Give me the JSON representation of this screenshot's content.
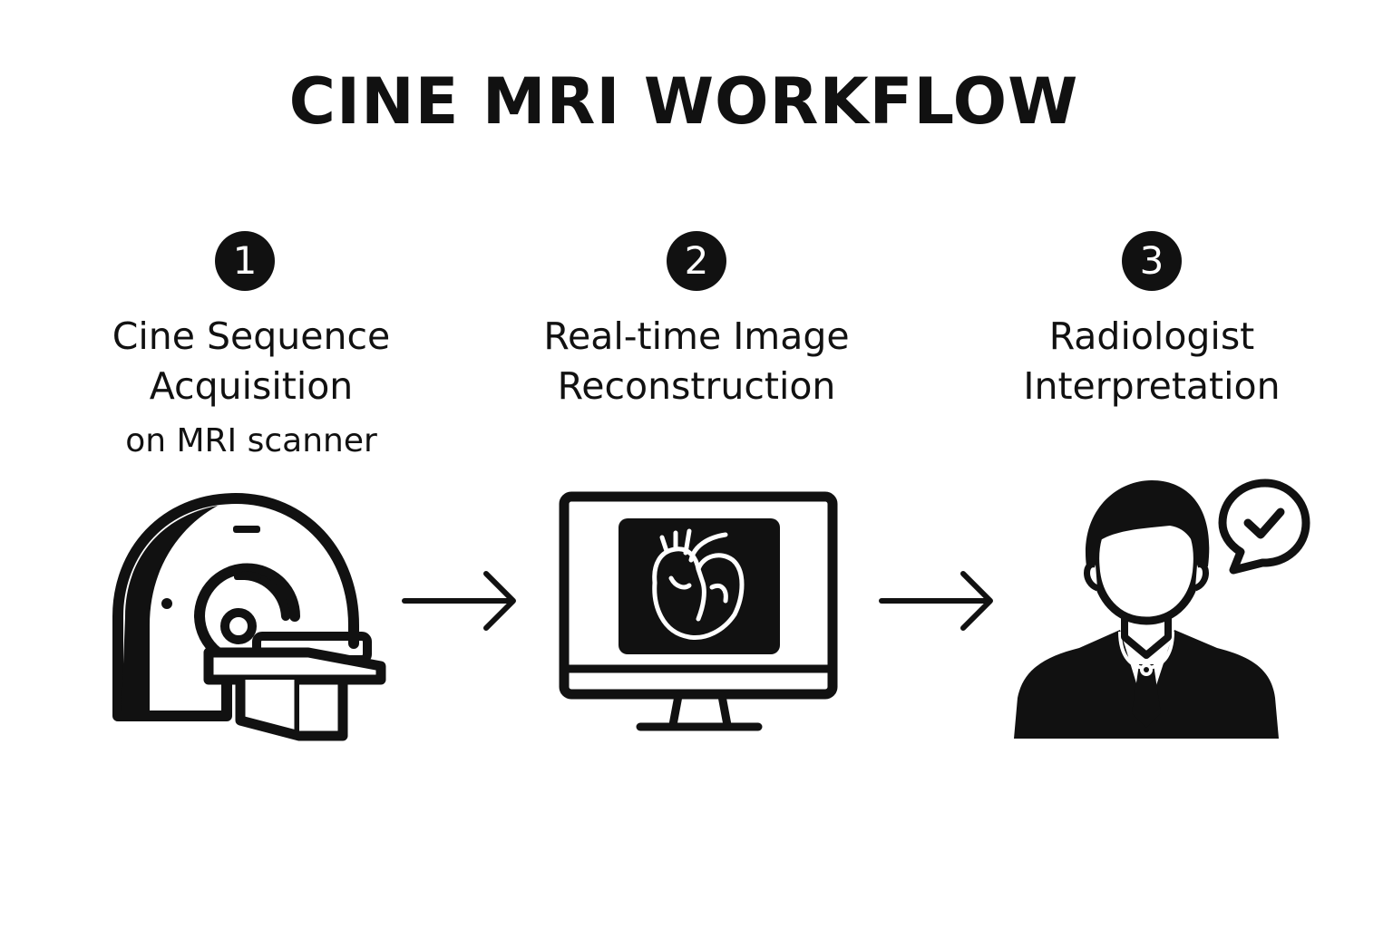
{
  "title": "CINE MRI WORKFLOW",
  "steps": [
    {
      "number": "1",
      "label_lines": [
        "Cine Sequence",
        "Acquisition"
      ],
      "sublabel": "on MRI scanner",
      "icon": "mri-scanner-icon"
    },
    {
      "number": "2",
      "label_lines": [
        "Real-time Image",
        "Reconstruction"
      ],
      "sublabel": "",
      "icon": "monitor-heart-icon"
    },
    {
      "number": "3",
      "label_lines": [
        "Radiologist",
        "Interpretation"
      ],
      "sublabel": "",
      "icon": "radiologist-icon"
    }
  ],
  "connectors": [
    "arrow-right-icon",
    "arrow-right-icon"
  ],
  "colors": {
    "foreground": "#111111",
    "background": "#ffffff"
  }
}
